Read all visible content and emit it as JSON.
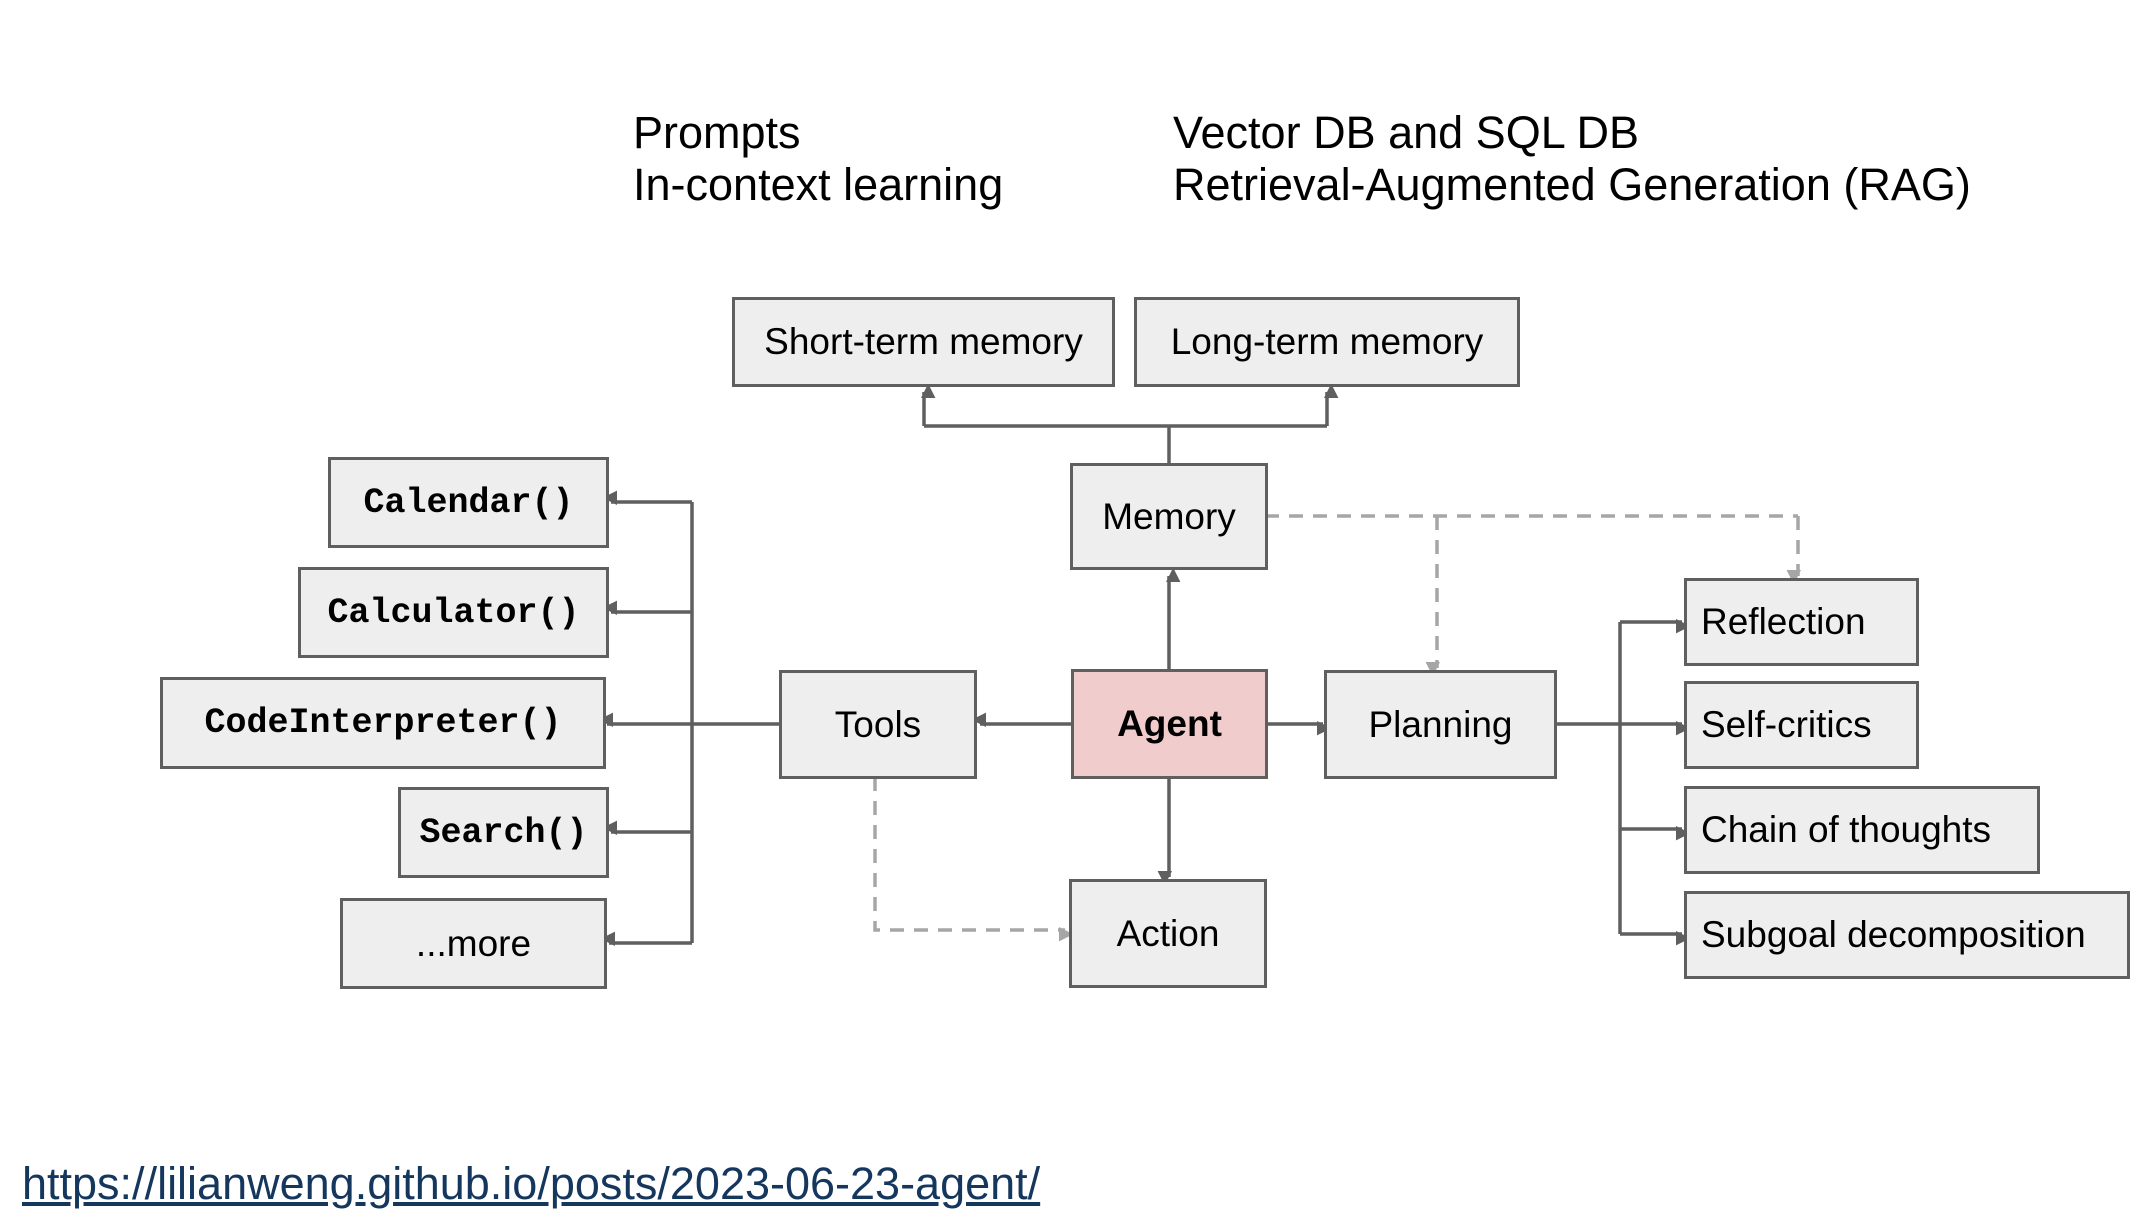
{
  "captions": {
    "prompts_line1": "Prompts",
    "prompts_line2": "In-context learning",
    "db_line1": "Vector DB and SQL DB",
    "db_line2": "Retrieval-Augmented Generation (RAG)"
  },
  "nodes": {
    "short_term_memory": "Short-term memory",
    "long_term_memory": "Long-term memory",
    "memory": "Memory",
    "agent": "Agent",
    "tools": "Tools",
    "planning": "Planning",
    "action": "Action",
    "calendar": "Calendar()",
    "calculator": "Calculator()",
    "code_interpreter": "CodeInterpreter()",
    "search": "Search()",
    "more": "...more",
    "reflection": "Reflection",
    "self_critics": "Self-critics",
    "chain_of_thoughts": "Chain of thoughts",
    "subgoal_decomposition": "Subgoal decomposition"
  },
  "colors": {
    "node_fill": "#eeeeee",
    "agent_fill": "#f0cccc",
    "solid_line": "#5f5f5f",
    "dashed_line": "#a6a6a6",
    "link": "#15375e"
  },
  "source_link": "https://lilianweng.github.io/posts/2023-06-23-agent/"
}
